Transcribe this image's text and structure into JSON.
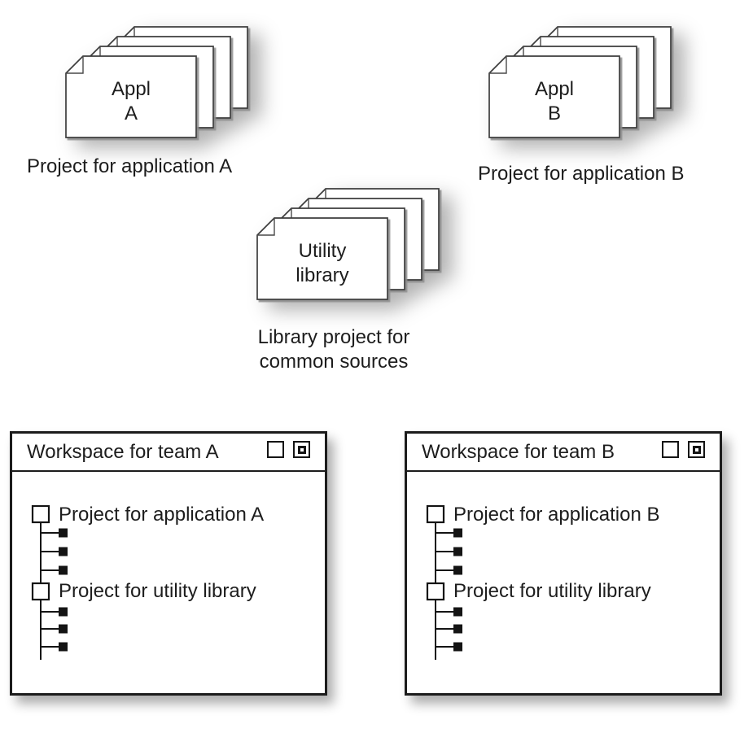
{
  "figure": {
    "background": "#ffffff",
    "ink_color": "#1d1d1d",
    "card_border_color": "#3c3c3c",
    "window_border_color": "#1c1c1c",
    "shadow_color": "rgba(0,0,0,0.30)"
  },
  "stacks": [
    {
      "card": [
        "Appl",
        "A"
      ],
      "caption": [
        "Project for application A"
      ]
    },
    {
      "card": [
        "Appl",
        "B"
      ],
      "caption": [
        "Project for application B"
      ]
    },
    {
      "card": [
        "Utility",
        "library"
      ],
      "caption": [
        "Library project for",
        "common sources"
      ]
    }
  ],
  "windows": [
    {
      "title": "Workspace for team A",
      "controls": [
        {
          "icon": "minimize-square"
        },
        {
          "icon": "maximize-square-in-square"
        }
      ],
      "nodes": [
        {
          "label": "Project for application A",
          "leaf_count": 3
        },
        {
          "label": "Project for utility library",
          "leaf_count": 3
        }
      ]
    },
    {
      "title": "Workspace for team B",
      "controls": [
        {
          "icon": "minimize-square"
        },
        {
          "icon": "maximize-square-in-square"
        }
      ],
      "nodes": [
        {
          "label": "Project for application B",
          "leaf_count": 3
        },
        {
          "label": "Project for utility library",
          "leaf_count": 3
        }
      ]
    }
  ]
}
